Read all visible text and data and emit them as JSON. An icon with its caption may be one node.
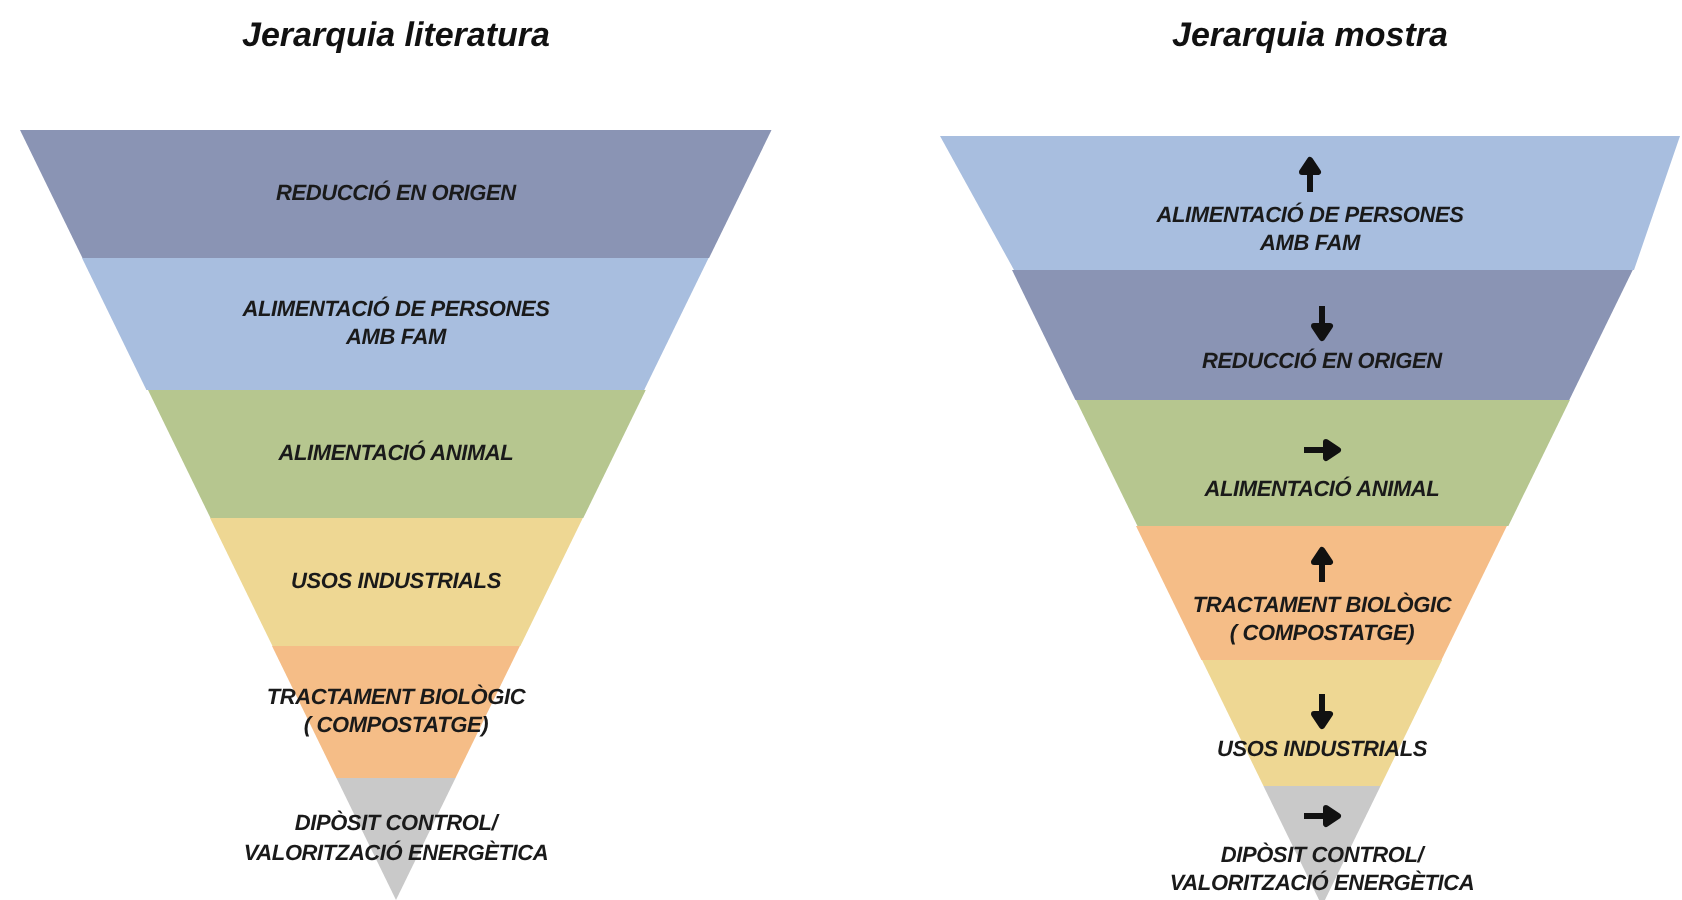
{
  "diagram": {
    "nodes": [
      {
        "text": [
          "REDUCCIÓ EN ORIGEN"
        ]
      },
      {
        "text": [
          "ALIMENTACIÓ DE PERSONES AMB FAM"
        ]
      },
      {
        "text": [
          "ALIMENTACIÓ ANIMAL"
        ]
      },
      {
        "text": [
          "USOS INDUSTRIALS"
        ]
      },
      {
        "text": [
          "TRACTAMENT BIOLÒGIC ( COMPOSTATGE)"
        ]
      },
      {
        "text": [
          "DIPÒSIT CONTROL/ VALORITZACIÓ ENERGÈTICA"
        ]
      },
      {
        "text": [
          "ALIMENTACIÓ DE PERSONES AMB FAM"
        ]
      },
      {
        "text": [
          "REDUCCIÓ EN ORIGEN"
        ]
      },
      {
        "text": [
          "ALIMENTACIÓ ANIMAL"
        ]
      },
      {
        "text": [
          "TRACTAMENT BIOLÒGIC ( COMPOSTATGE)"
        ]
      },
      {
        "text": [
          "USOS INDUSTRIALS"
        ]
      },
      {
        "text": [
          "DIPÒSIT CONTROL/ VALORITZACIÓ ENERGÈTICA"
        ]
      }
    ],
    "labels": [
      "Jerarquia literatura",
      "Jerarquia mostra"
    ]
  }
}
